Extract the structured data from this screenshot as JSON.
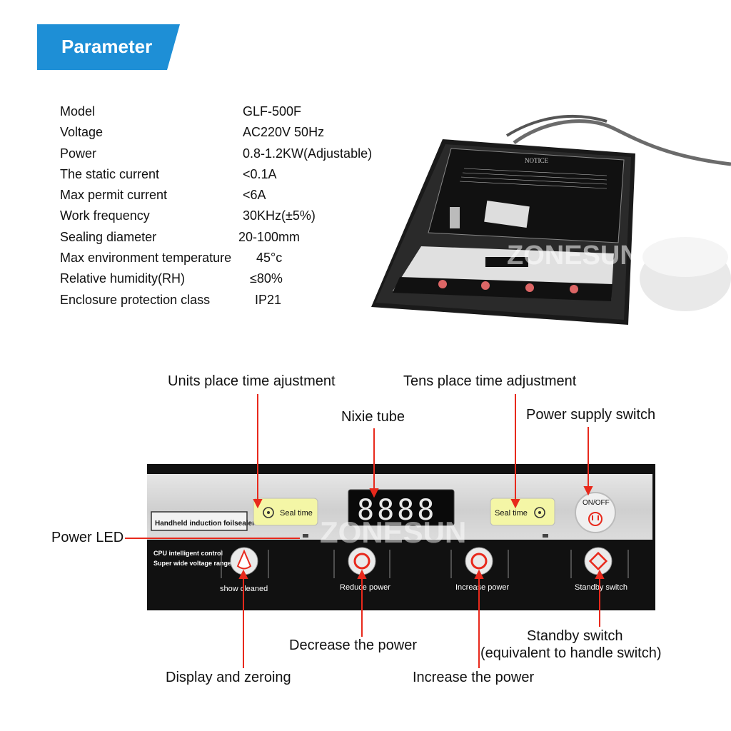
{
  "banner": {
    "title": "Parameter"
  },
  "specs": [
    {
      "label": "Model",
      "value": "GLF-500F"
    },
    {
      "label": "Voltage",
      "value": "AC220V  50Hz"
    },
    {
      "label": "Power",
      "value": "0.8-1.2KW(Adjustable)"
    },
    {
      "label": "The static current",
      "value": "<0.1A"
    },
    {
      "label": "Max permit current",
      "value": "<6A"
    },
    {
      "label": "Work frequency",
      "value": "30KHz(±5%)"
    },
    {
      "label": "Sealing diameter",
      "value": "20-100mm"
    },
    {
      "label": "Max environment temperature",
      "value": "45°c"
    },
    {
      "label": "Relative humidity(RH)",
      "value": "≤80%"
    },
    {
      "label": "Enclosure protection class",
      "value": "IP21"
    }
  ],
  "product": {
    "notice": "NOTICE",
    "watermark": "ZONESUN"
  },
  "callouts": {
    "units_place": "Units place time ajustment",
    "tens_place": "Tens place time adjustment",
    "nixie_tube": "Nixie tube",
    "power_supply_switch": "Power supply switch",
    "power_led": "Power LED",
    "decrease_power": "Decrease the power",
    "standby_switch_1": "Standby switch",
    "standby_switch_2": "(equivalent to handle switch)",
    "display_zeroing": "Display and zeroing",
    "increase_power": "Increase the power"
  },
  "panel": {
    "seal_time_left": "Seal time",
    "seal_time_right": "Seal time",
    "display_digits": "8888",
    "device_label": "Handheld induction foilsealer",
    "cpu_line1": "CPU intelligent control",
    "cpu_line2": "Super wide voltage range",
    "on_off": "ON/OFF",
    "btn_show_cleaned": "show cleaned",
    "btn_reduce_power": "Reduce power",
    "btn_increase_power": "Increase power",
    "btn_standby_switch": "Standby switch",
    "watermark": "ZONESUN"
  },
  "colors": {
    "banner": "#1e8fd6",
    "callout_line": "#e8291c",
    "panel_black": "#111111",
    "display_red": "#ff2a2a"
  }
}
